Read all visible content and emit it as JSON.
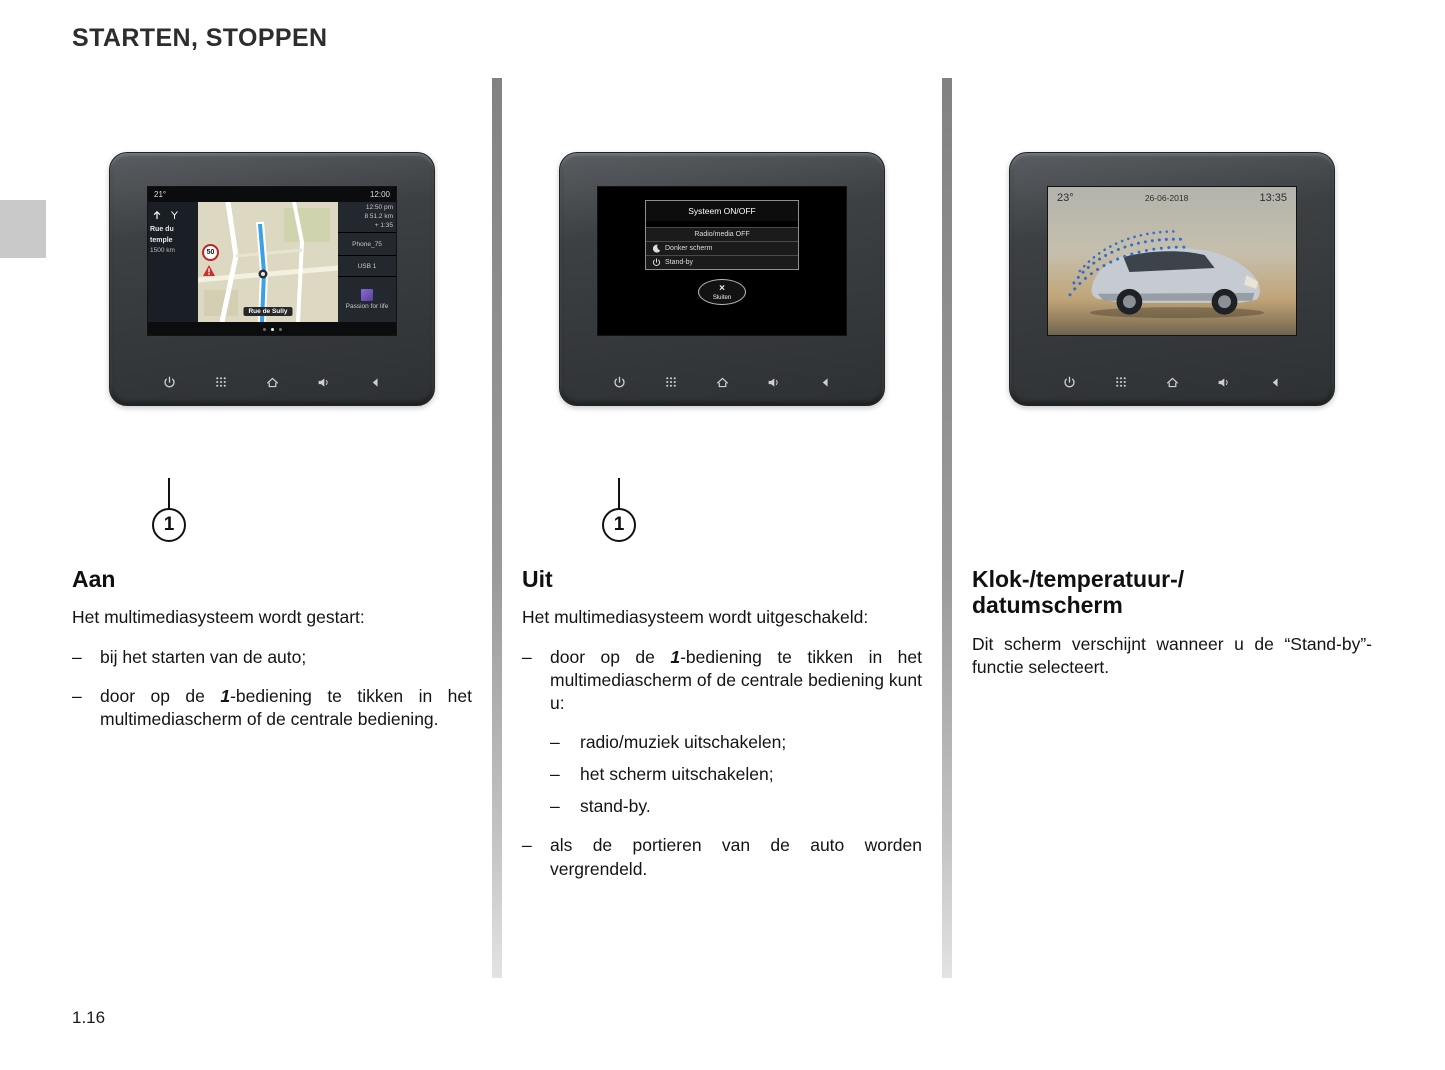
{
  "bullet": "–",
  "page": {
    "title": "STARTEN, STOPPEN",
    "number": "1.16"
  },
  "icons": {
    "power": "power-icon",
    "apps": "app-grid-icon",
    "home": "home-icon",
    "volume": "volume-icon",
    "back": "back-icon",
    "moon": "moon-icon",
    "close_x": "×",
    "warning": "warning-triangle-icon"
  },
  "col1": {
    "heading": "Aan",
    "intro": "Het multimediasysteem wordt gestart:",
    "item1": "bij het starten van de auto;",
    "item2_pre": "door op de ",
    "item2_num": "1",
    "item2_post": "-bediening te tikken in het multimediascherm of de centrale bediening.",
    "callout": "1"
  },
  "col2": {
    "heading": "Uit",
    "intro": "Het multimediasysteem wordt uitgeschakeld:",
    "item1_pre": "door op de ",
    "item1_num": "1",
    "item1_post": "-bediening te tikken in het multimediascherm of de centrale bediening kunt u:",
    "sub1": "radio/muziek uitschakelen;",
    "sub2": "het scherm uitschakelen;",
    "sub3": "stand-by.",
    "item2": "als de portieren van de auto worden vergrendeld.",
    "callout": "1"
  },
  "col3": {
    "heading_line1": "Klok-/temperatuur-/",
    "heading_line2": "datumscherm",
    "body": "Dit scherm verschijnt wanneer u de “Stand-by”-functie selecteert."
  },
  "screen_nav": {
    "temp": "21°",
    "time": "12:00",
    "street": "Rue du temple",
    "distance": "1500 km",
    "speed_limit": "50",
    "eta": "12:50 pm",
    "remaining": "8 51.2 km",
    "duration": "+ 1:35",
    "phone": "Phone_75",
    "usb": "USB 1",
    "media": "Passion for life",
    "map_street": "Rue de Sully"
  },
  "screen_menu": {
    "title": "Systeem ON/OFF",
    "option_radio": "Radio/media OFF",
    "option_dark": "Donker scherm",
    "option_standby": "Stand-by",
    "close": "Sluiten"
  },
  "screen_clock": {
    "temp": "23°",
    "date": "26-06-2018",
    "time": "13:35"
  }
}
